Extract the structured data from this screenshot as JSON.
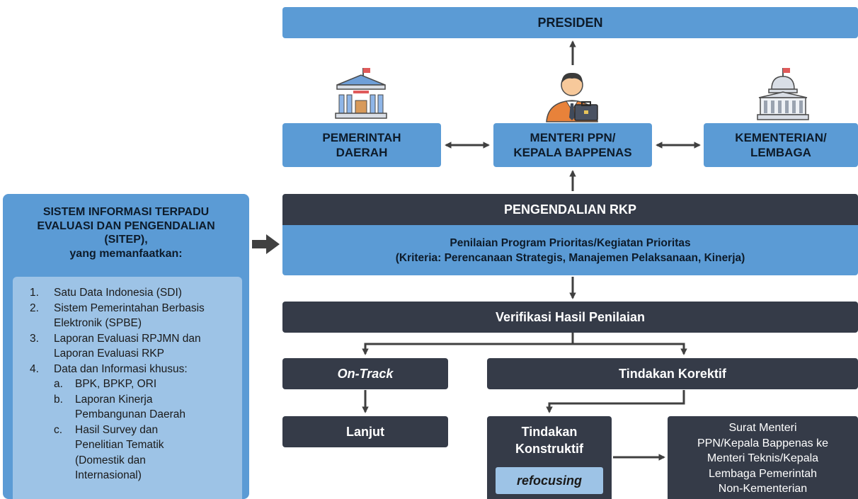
{
  "presiden": "PRESIDEN",
  "pemerintah_daerah": "PEMERINTAH\nDAERAH",
  "menteri": "MENTERI PPN/\nKEPALA BAPPENAS",
  "kementerian": "KEMENTERIAN/\nLEMBAGA",
  "pengendalian": {
    "title": "PENGENDALIAN RKP",
    "body": "Penilaian Program Prioritas/Kegiatan Prioritas\n(Kriteria: Perencanaan Strategis, Manajemen Pelaksanaan, Kinerja)"
  },
  "verifikasi": "Verifikasi Hasil Penilaian",
  "on_track": "On-Track",
  "tindakan_korektif": "Tindakan Korektif",
  "lanjut": "Lanjut",
  "tindakan_konstruktif": "Tindakan\nKonstruktif",
  "refocusing": "refocusing",
  "surat": "Surat Menteri\nPPN/Kepala Bappenas ke\nMenteri Teknis/Kepala\nLembaga Pemerintah\nNon-Kementerian",
  "sitep": {
    "title": "SISTEM INFORMASI TERPADU\nEVALUASI DAN PENGENDALIAN\n(SITEP),\nyang memanfaatkan:",
    "items": [
      {
        "num": "1.",
        "text": "Satu Data Indonesia (SDI)"
      },
      {
        "num": "2.",
        "text": "Sistem Pemerintahan Berbasis\nElektronik (SPBE)"
      },
      {
        "num": "3.",
        "text": "Laporan Evaluasi RPJMN dan\nLaporan Evaluasi RKP"
      },
      {
        "num": "4.",
        "text": "Data dan Informasi khusus:"
      }
    ],
    "subitems": [
      {
        "num": "a.",
        "text": "BPK, BPKP, ORI"
      },
      {
        "num": "b.",
        "text": "Laporan Kinerja\nPembangunan Daerah"
      },
      {
        "num": "c.",
        "text": "Hasil Survey dan\nPenelitian Tematik\n(Domestik dan\nInternasional)"
      }
    ]
  },
  "colors": {
    "blue": "#5b9bd5",
    "light_blue": "#9dc3e6",
    "dark": "#353b48",
    "arrow": "#404040"
  },
  "icons": [
    "government-building-icon",
    "businessman-icon",
    "parliament-building-icon"
  ]
}
